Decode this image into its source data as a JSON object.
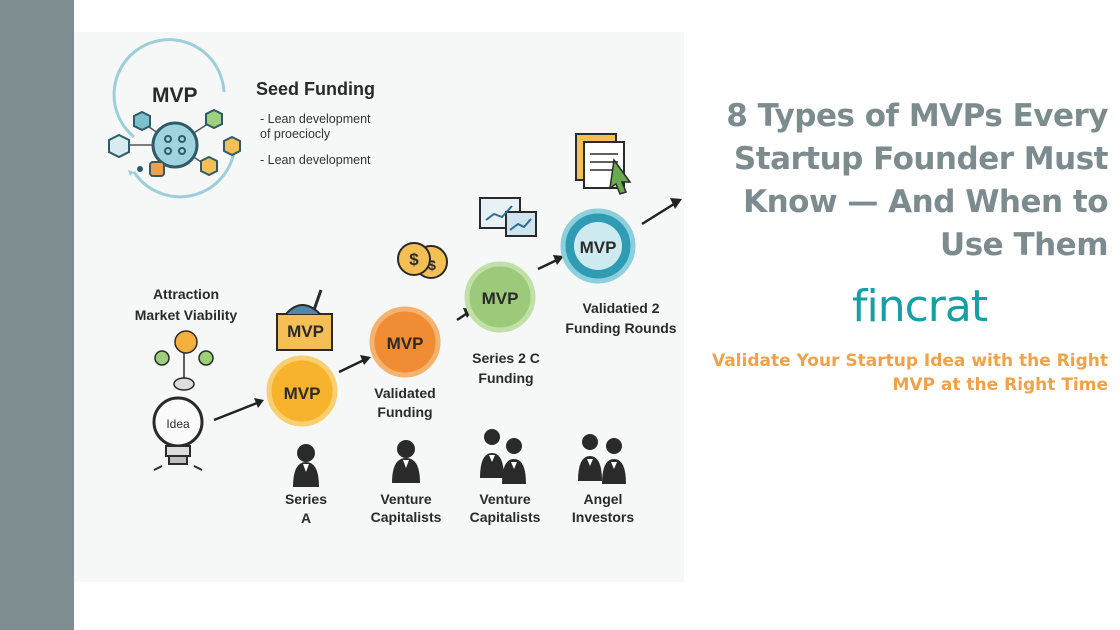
{
  "title": "8 Types of MVPs Every Startup Founder Must Know — And When to Use Them",
  "logo": "fincrat",
  "subtitle": "Validate Your Startup Idea with the Right MVP at the Right Time",
  "colors": {
    "sidebar": "#7d8d90",
    "title": "#7c8b8e",
    "brand": "#16a0a6",
    "accent": "#f0a24a"
  },
  "illustration": {
    "mvp_top": "MVP",
    "seed_title": "Seed Funding",
    "seed_bullets": [
      "- Lean development of proeciocly",
      "- Lean development"
    ],
    "attraction": [
      "Attraction",
      "Market Viability"
    ],
    "idea": "Idea",
    "mvp_box": "MVP",
    "circles": [
      "MVP",
      "MVP",
      "MVP",
      "MVP"
    ],
    "stage_labels": {
      "validated_funding": [
        "Validated",
        "Funding"
      ],
      "series_2c": [
        "Series 2 C",
        "Funding"
      ],
      "validated_2": [
        "Validatied 2",
        "Funding Rounds"
      ]
    },
    "investors": [
      [
        "Series",
        "A"
      ],
      [
        "Venture",
        "Capitalists"
      ],
      [
        "Venture",
        "Capitalists"
      ],
      [
        "Angel",
        "Investors"
      ]
    ]
  }
}
